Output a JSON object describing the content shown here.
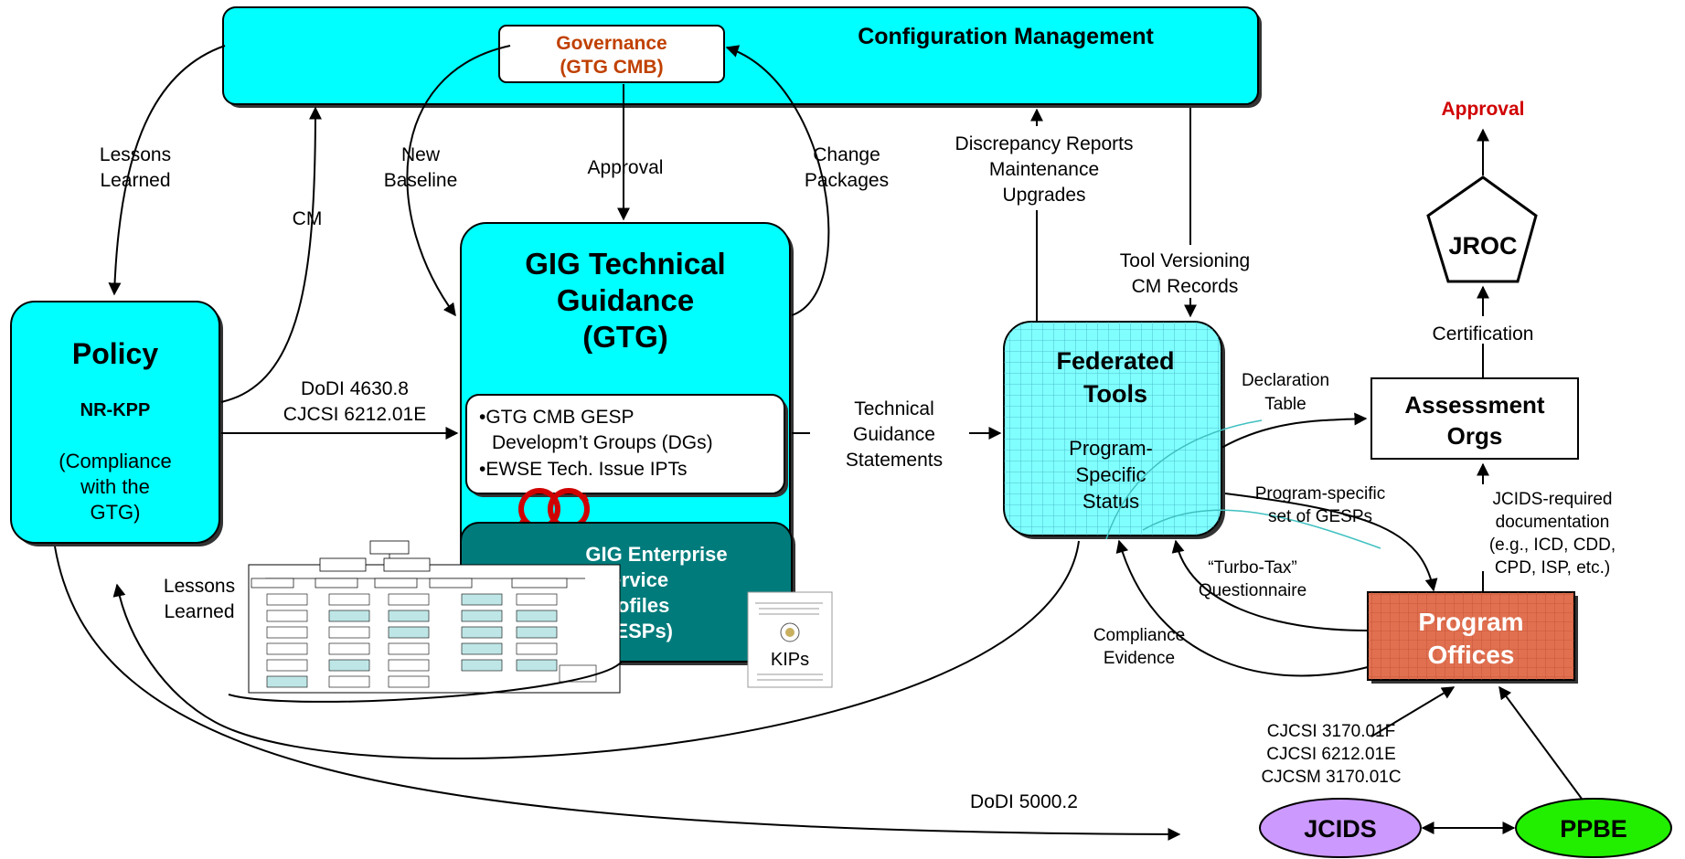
{
  "colors": {
    "cyan": "#00ffff",
    "teal": "#007b7b",
    "governance_text": "#c04000",
    "approval_red": "#d00000",
    "program_offices": "#e07050",
    "jcids": "#cc99ff",
    "ppbe": "#22ee00"
  },
  "config_mgmt": {
    "title": "Configuration Management"
  },
  "governance": {
    "line1": "Governance",
    "line2": "(GTG CMB)"
  },
  "policy": {
    "title": "Policy",
    "subtitle": "NR-KPP",
    "line1": "(Compliance",
    "line2": "with the",
    "line3": "GTG)"
  },
  "gtg": {
    "line1": "GIG Technical",
    "line2": "Guidance",
    "line3": "(GTG)",
    "bullets": [
      "•GTG CMB GESP",
      "Developm’t Groups (DGs)",
      "•EWSE Tech. Issue IPTs"
    ]
  },
  "gesp": {
    "line1": "GIG Enterprise",
    "line2": "Service",
    "line3": "Profiles",
    "line4": "(GESPs)"
  },
  "kips": {
    "label": "KIPs"
  },
  "federated": {
    "line1": "Federated",
    "line2": "Tools",
    "line3": "Program-",
    "line4": "Specific",
    "line5": "Status"
  },
  "assessment": {
    "line1": "Assessment",
    "line2": "Orgs"
  },
  "jroc": {
    "label": "JROC"
  },
  "approval_top": "Approval",
  "program_offices": {
    "line1": "Program",
    "line2": "Offices"
  },
  "jcids": {
    "label": "JCIDS"
  },
  "ppbe": {
    "label": "PPBE"
  },
  "labels": {
    "lessons_learned_top": [
      "Lessons",
      "Learned"
    ],
    "cm": "CM",
    "new_baseline": [
      "New",
      "Baseline"
    ],
    "approval_mid": "Approval",
    "change_packages": [
      "Change",
      "Packages"
    ],
    "discrepancy": [
      "Discrepancy Reports",
      "Maintenance",
      "Upgrades"
    ],
    "tool_versioning": [
      "Tool Versioning",
      "CM Records"
    ],
    "certification": "Certification",
    "dodi_policy": [
      "DoDI 4630.8",
      "CJCSI 6212.01E"
    ],
    "technical_guidance": [
      "Technical",
      "Guidance",
      "Statements"
    ],
    "declaration_table": [
      "Declaration",
      "Table"
    ],
    "program_specific_set": [
      "Program-specific",
      "set of GESPs"
    ],
    "jcids_required": [
      "JCIDS-required",
      "documentation",
      "(e.g., ICD, CDD,",
      "CPD, ISP, etc.)"
    ],
    "turbo_tax": [
      "“Turbo-Tax”",
      "Questionnaire"
    ],
    "compliance_evidence": [
      "Compliance",
      "Evidence"
    ],
    "lessons_learned_bottom": [
      "Lessons",
      "Learned"
    ],
    "cjcsi_refs": [
      "CJCSI 3170.01F",
      "CJCSI 6212.01E",
      "CJCSM 3170.01C"
    ],
    "dodi_5000": "DoDI 5000.2"
  }
}
